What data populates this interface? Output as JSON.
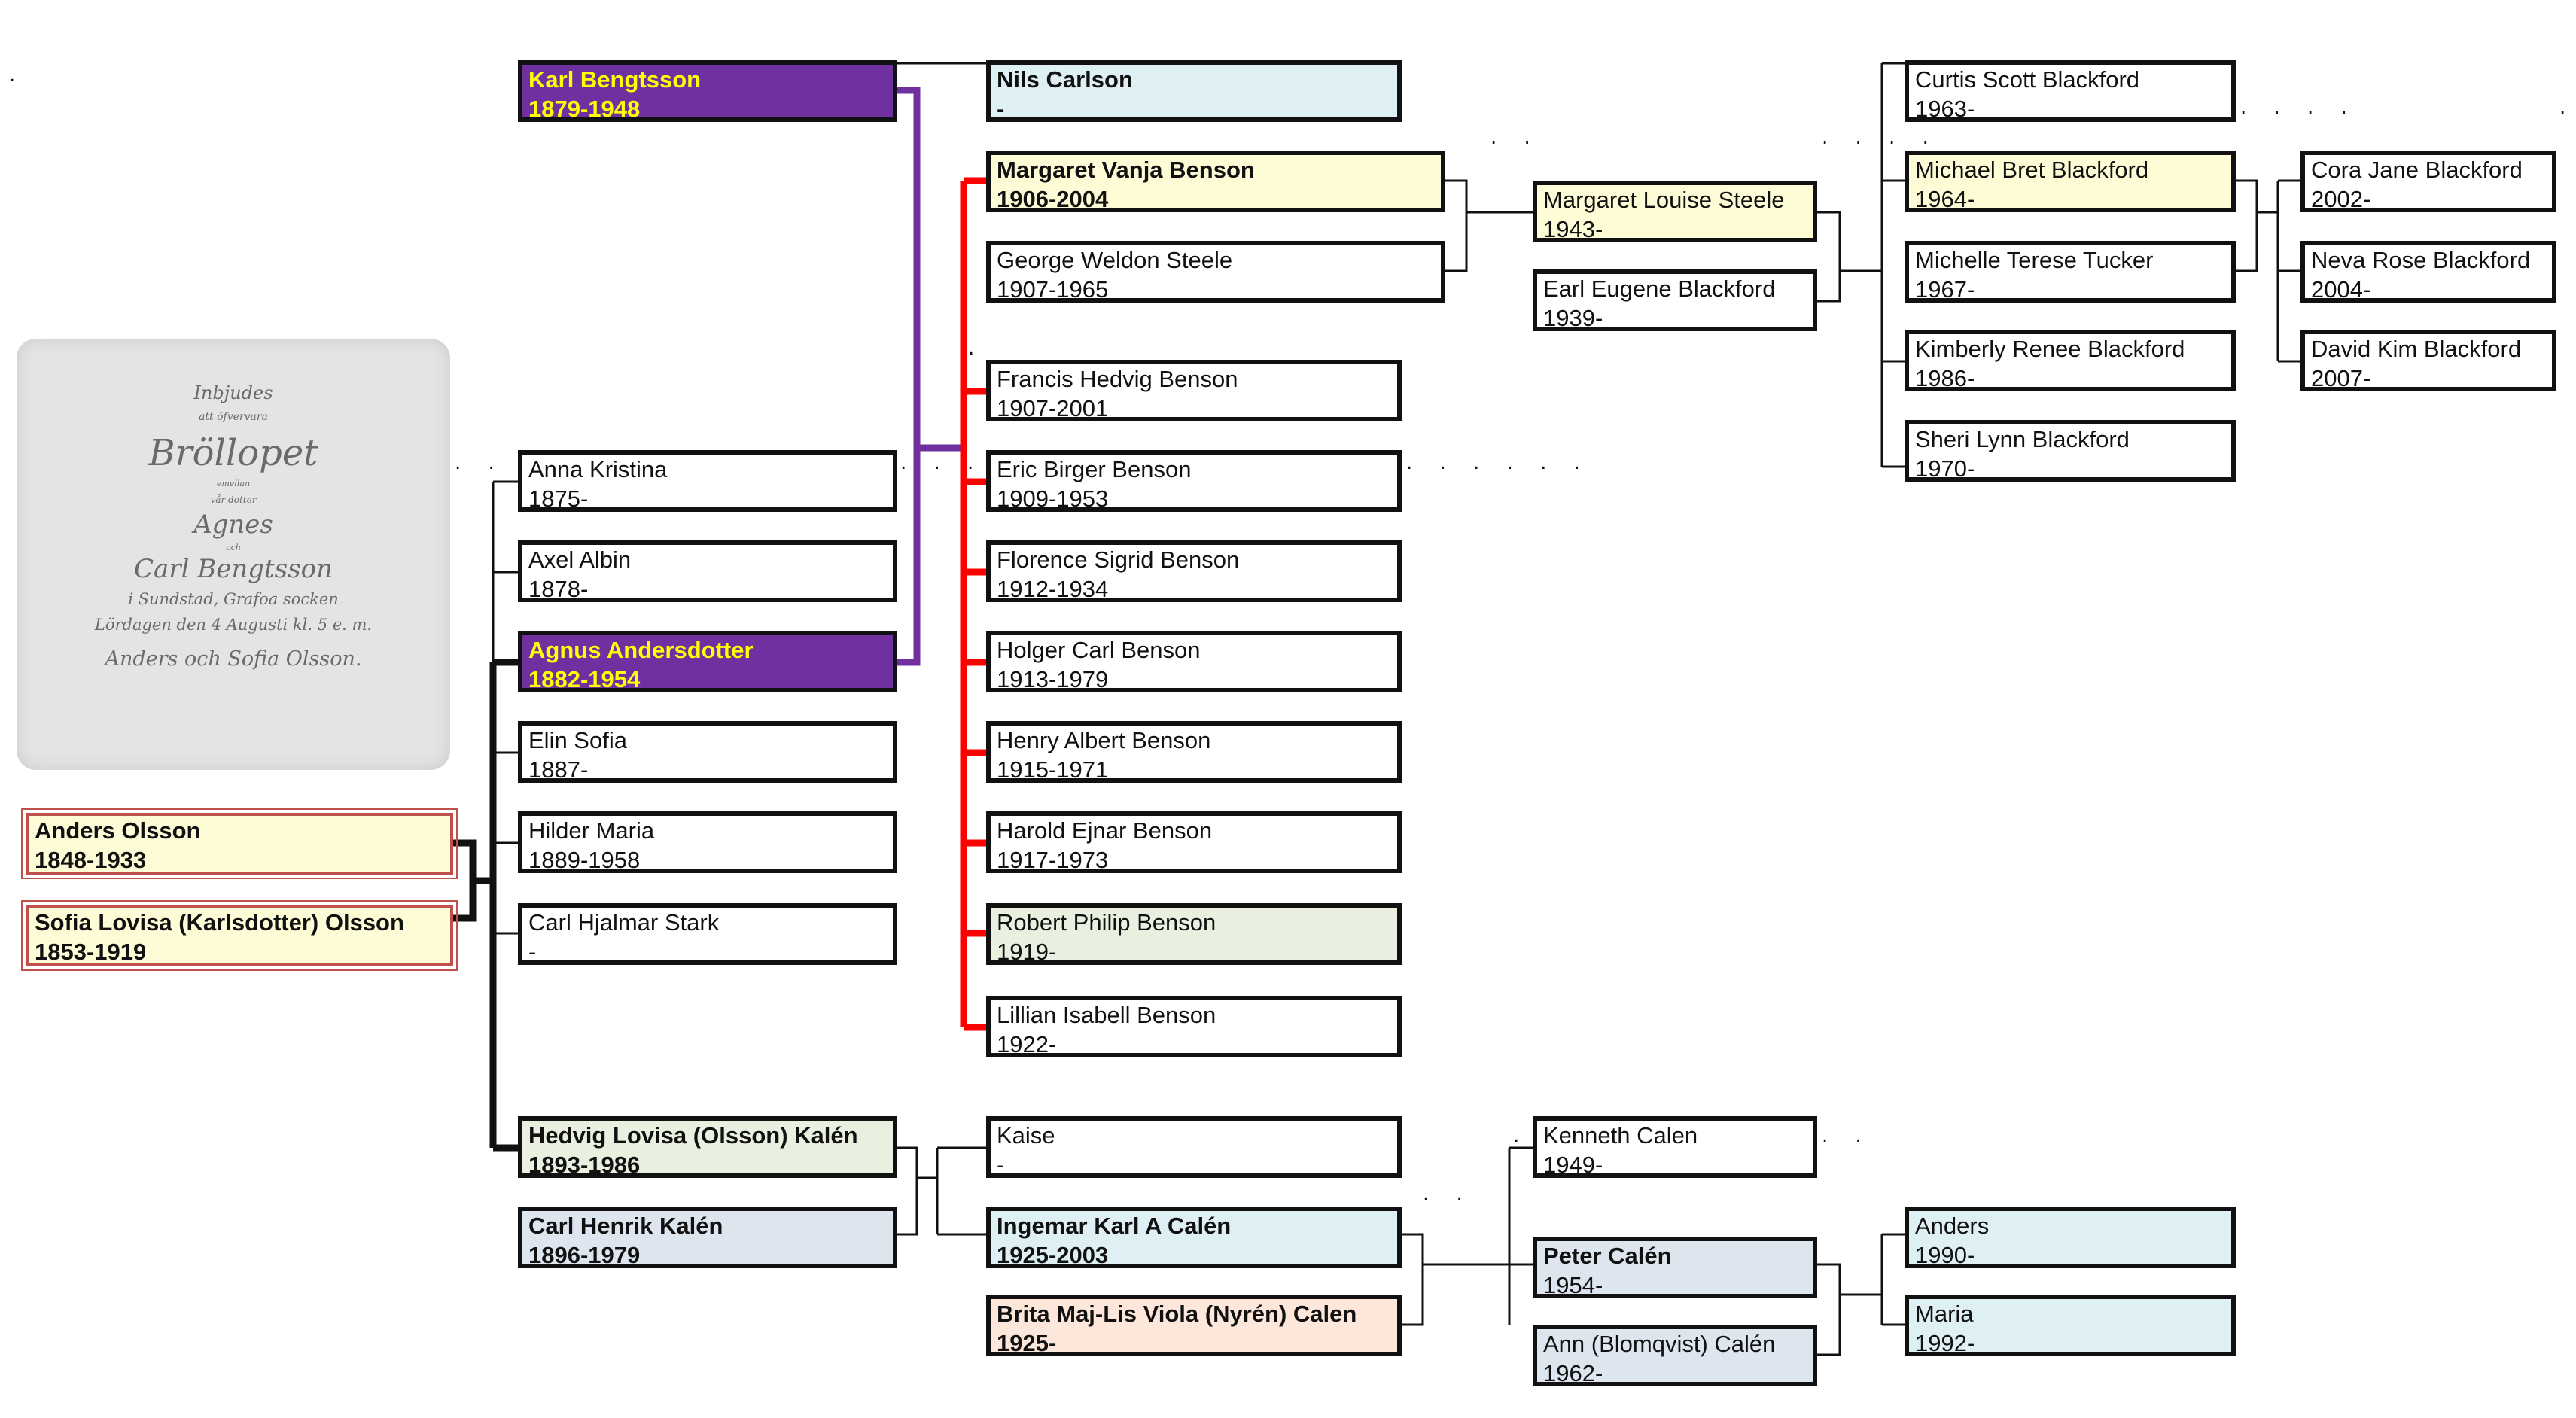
{
  "invitation": {
    "line1": "Inbjudes",
    "line2": "att öfvervara",
    "title": "Bröllopet",
    "line3": "emellan",
    "line4": "vår dotter",
    "bride": "Agnes",
    "and": "och",
    "groom": "Carl Bengtsson",
    "place": "i Sundstad, Grafoa socken",
    "date": "Lördagen den 4 Augusti kl. 5 e. m.",
    "hosts": "Anders och Sofia Olsson."
  },
  "people": {
    "anders_olsson": {
      "name": "Anders Olsson",
      "years": "1848-1933"
    },
    "sofia_olsson": {
      "name": "Sofia Lovisa (Karlsdotter) Olsson",
      "years": "1853-1919"
    },
    "karl_bengtsson": {
      "name": "Karl Bengtsson",
      "years": "1879-1948"
    },
    "anna_kristina": {
      "name": "Anna Kristina",
      "years": "1875-"
    },
    "axel_albin": {
      "name": "Axel Albin",
      "years": "1878-"
    },
    "agnus_andersdotter": {
      "name": "Agnus Andersdotter",
      "years": "1882-1954"
    },
    "elin_sofia": {
      "name": "Elin Sofia",
      "years": "1887-"
    },
    "hilder_maria": {
      "name": "Hilder Maria",
      "years": "1889-1958"
    },
    "carl_hjalmar_stark": {
      "name": "Carl Hjalmar Stark",
      "years": "-"
    },
    "hedvig_kalen": {
      "name": "Hedvig Lovisa (Olsson) Kalén",
      "years": "1893-1986"
    },
    "carl_henrik_kalen": {
      "name": "Carl Henrik Kalén",
      "years": "1896-1979"
    },
    "nils_carlson": {
      "name": "Nils Carlson",
      "years": "-"
    },
    "margaret_vanja_benson": {
      "name": "Margaret Vanja Benson",
      "years": "1906-2004"
    },
    "george_weldon_steele": {
      "name": "George Weldon Steele",
      "years": "1907-1965"
    },
    "francis_hedvig_benson": {
      "name": "Francis Hedvig Benson",
      "years": "1907-2001"
    },
    "eric_birger_benson": {
      "name": "Eric Birger Benson",
      "years": "1909-1953"
    },
    "florence_sigrid_benson": {
      "name": "Florence Sigrid Benson",
      "years": "1912-1934"
    },
    "holger_carl_benson": {
      "name": "Holger Carl Benson",
      "years": "1913-1979"
    },
    "henry_albert_benson": {
      "name": "Henry Albert Benson",
      "years": "1915-1971"
    },
    "harold_ejnar_benson": {
      "name": "Harold Ejnar Benson",
      "years": "1917-1973"
    },
    "robert_philip_benson": {
      "name": "Robert Philip Benson",
      "years": "1919-"
    },
    "lillian_isabell_benson": {
      "name": "Lillian Isabell Benson",
      "years": "1922-"
    },
    "kaise": {
      "name": "Kaise",
      "years": "-"
    },
    "ingemar_calen": {
      "name": "Ingemar Karl A Calén",
      "years": "1925-2003"
    },
    "brita_calen": {
      "name": "Brita Maj-Lis Viola (Nyrén) Calen",
      "years": "1925-"
    },
    "margaret_louise_steele": {
      "name": "Margaret Louise Steele",
      "years": "1943-"
    },
    "earl_eugene_blackford": {
      "name": "Earl Eugene Blackford",
      "years": "1939-"
    },
    "kenneth_calen": {
      "name": "Kenneth Calen",
      "years": "1949-"
    },
    "peter_calen": {
      "name": "Peter Calén",
      "years": "1954-"
    },
    "ann_calen": {
      "name": "Ann (Blomqvist) Calén",
      "years": "1962-"
    },
    "curtis_blackford": {
      "name": "Curtis Scott Blackford",
      "years": "1963-"
    },
    "michael_blackford": {
      "name": "Michael Bret Blackford",
      "years": "1964-"
    },
    "michelle_tucker": {
      "name": "Michelle Terese Tucker",
      "years": "1967-"
    },
    "kimberly_blackford": {
      "name": "Kimberly Renee  Blackford",
      "years": "1986-"
    },
    "sheri_blackford": {
      "name": "Sheri Lynn Blackford",
      "years": "1970-"
    },
    "anders": {
      "name": "Anders",
      "years": "1990-"
    },
    "maria": {
      "name": "Maria",
      "years": "1992-"
    },
    "cora_blackford": {
      "name": "Cora Jane Blackford",
      "years": "2002-"
    },
    "neva_blackford": {
      "name": "Neva Rose Blackford",
      "years": "2004-"
    },
    "david_blackford": {
      "name": "David Kim Blackford",
      "years": "2007-"
    }
  },
  "colors": {
    "purple_fill": "#7030a0",
    "purple_text": "#ffff00",
    "red_line": "#ff0000",
    "couple_border": "#c0504d",
    "yellow_fill": "#fefcd6",
    "light_blue_fill": "#dff0f5",
    "green_fill": "#e9f0df",
    "grey_blue_fill": "#dde5ef",
    "peach_fill": "#fde6da"
  }
}
